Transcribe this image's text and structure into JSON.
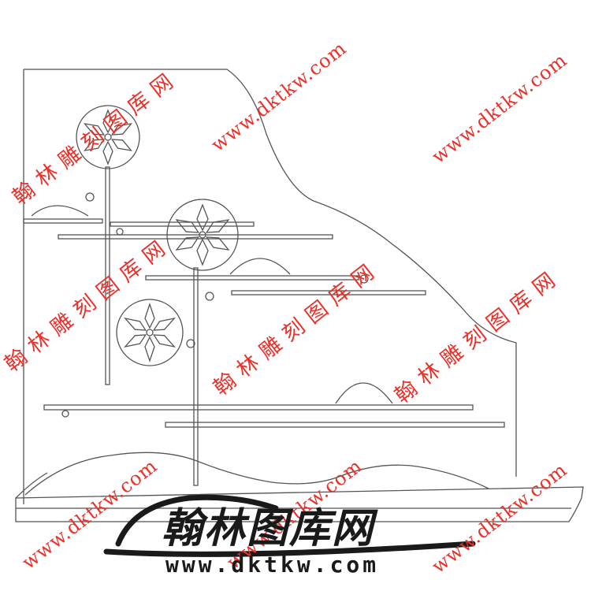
{
  "logo": {
    "title": "翰林图库网",
    "url": "www.dktkw.com"
  },
  "watermark": {
    "url_text": "www.dktkw.com",
    "cn_texts": [
      "翰林雕刻图库网",
      "翰林雕刻图库网",
      "翰林雕刻图库网",
      "翰林雕刻图库网"
    ],
    "color": "#e8322b"
  },
  "colors": {
    "line": "#555555",
    "background": "#ffffff",
    "logo": "#1a1a1a"
  }
}
